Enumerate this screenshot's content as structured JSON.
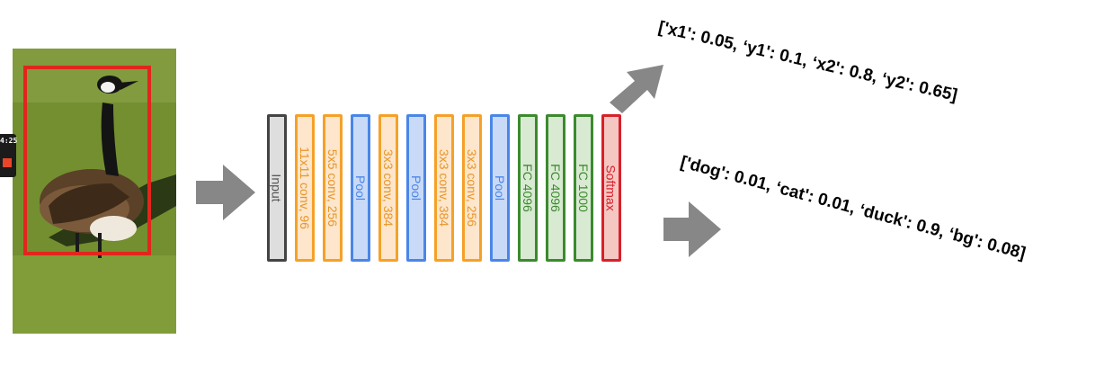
{
  "timer": {
    "text": "4:25"
  },
  "network": {
    "layers": [
      {
        "label": "Input",
        "kind": "input"
      },
      {
        "label": "11x11 conv, 96",
        "kind": "conv"
      },
      {
        "label": "5x5 conv, 256",
        "kind": "conv"
      },
      {
        "label": "Pool",
        "kind": "pool"
      },
      {
        "label": "3x3 conv, 384",
        "kind": "conv"
      },
      {
        "label": "Pool",
        "kind": "pool"
      },
      {
        "label": "3x3 conv, 384",
        "kind": "conv"
      },
      {
        "label": "3x3 conv, 256",
        "kind": "conv"
      },
      {
        "label": "Pool",
        "kind": "pool"
      },
      {
        "label": "FC 4096",
        "kind": "fc"
      },
      {
        "label": "FC 4096",
        "kind": "fc"
      },
      {
        "label": "FC 1000",
        "kind": "fc"
      },
      {
        "label": "Softmax",
        "kind": "softmax"
      }
    ]
  },
  "colors": {
    "input": {
      "border": "#444444",
      "fill": "#dedede",
      "text": "#555555"
    },
    "conv": {
      "border": "#f5a128",
      "fill": "#fde6cb",
      "text": "#e8962a"
    },
    "pool": {
      "border": "#4a86e8",
      "fill": "#c9daf8",
      "text": "#4a86e8"
    },
    "fc": {
      "border": "#3c8a2e",
      "fill": "#d9ead3",
      "text": "#3c8a2e"
    },
    "softmax": {
      "border": "#d8202a",
      "fill": "#f4c7c3",
      "text": "#d8202a"
    },
    "arrow": "#878787",
    "bbox": "#e1261c"
  },
  "outputs": {
    "bbox_text": "['x1': 0.05, ‘y1': 0.1, ‘x2': 0.8, ‘y2': 0.65]",
    "class_text": "['dog': 0.01, ‘cat': 0.01, ‘duck': 0.9, ‘bg': 0.08]"
  }
}
